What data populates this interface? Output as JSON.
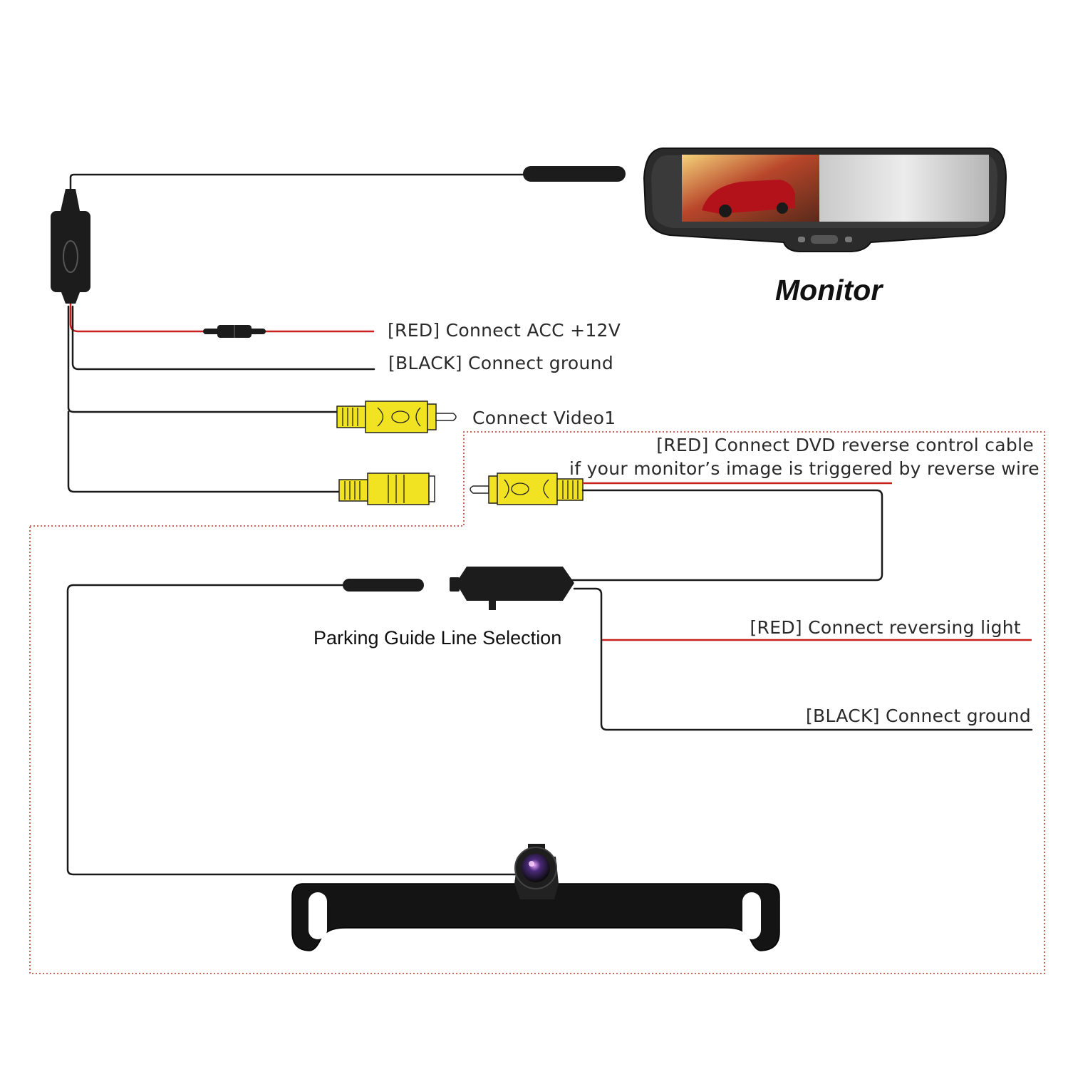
{
  "monitor": {
    "title": "Monitor"
  },
  "wiring": {
    "red_acc": "[RED] Connect ACC +12V",
    "black_ground_top": "[BLACK] Connect ground",
    "video": "Connect Video1",
    "dvd_line1": "[RED] Connect DVD reverse control cable",
    "dvd_line2": "if your monitor’s image is triggered by reverse wire",
    "guide_selection": "Parking Guide Line Selection",
    "red_reversing": "[RED] Connect reversing light",
    "black_ground_bottom": "[BLACK] Connect ground"
  },
  "colors": {
    "wire_black": "#1a1a1a",
    "wire_red": "#c8201a",
    "rca_yellow": "#f2e322",
    "dashed_box": "#c0392b"
  }
}
